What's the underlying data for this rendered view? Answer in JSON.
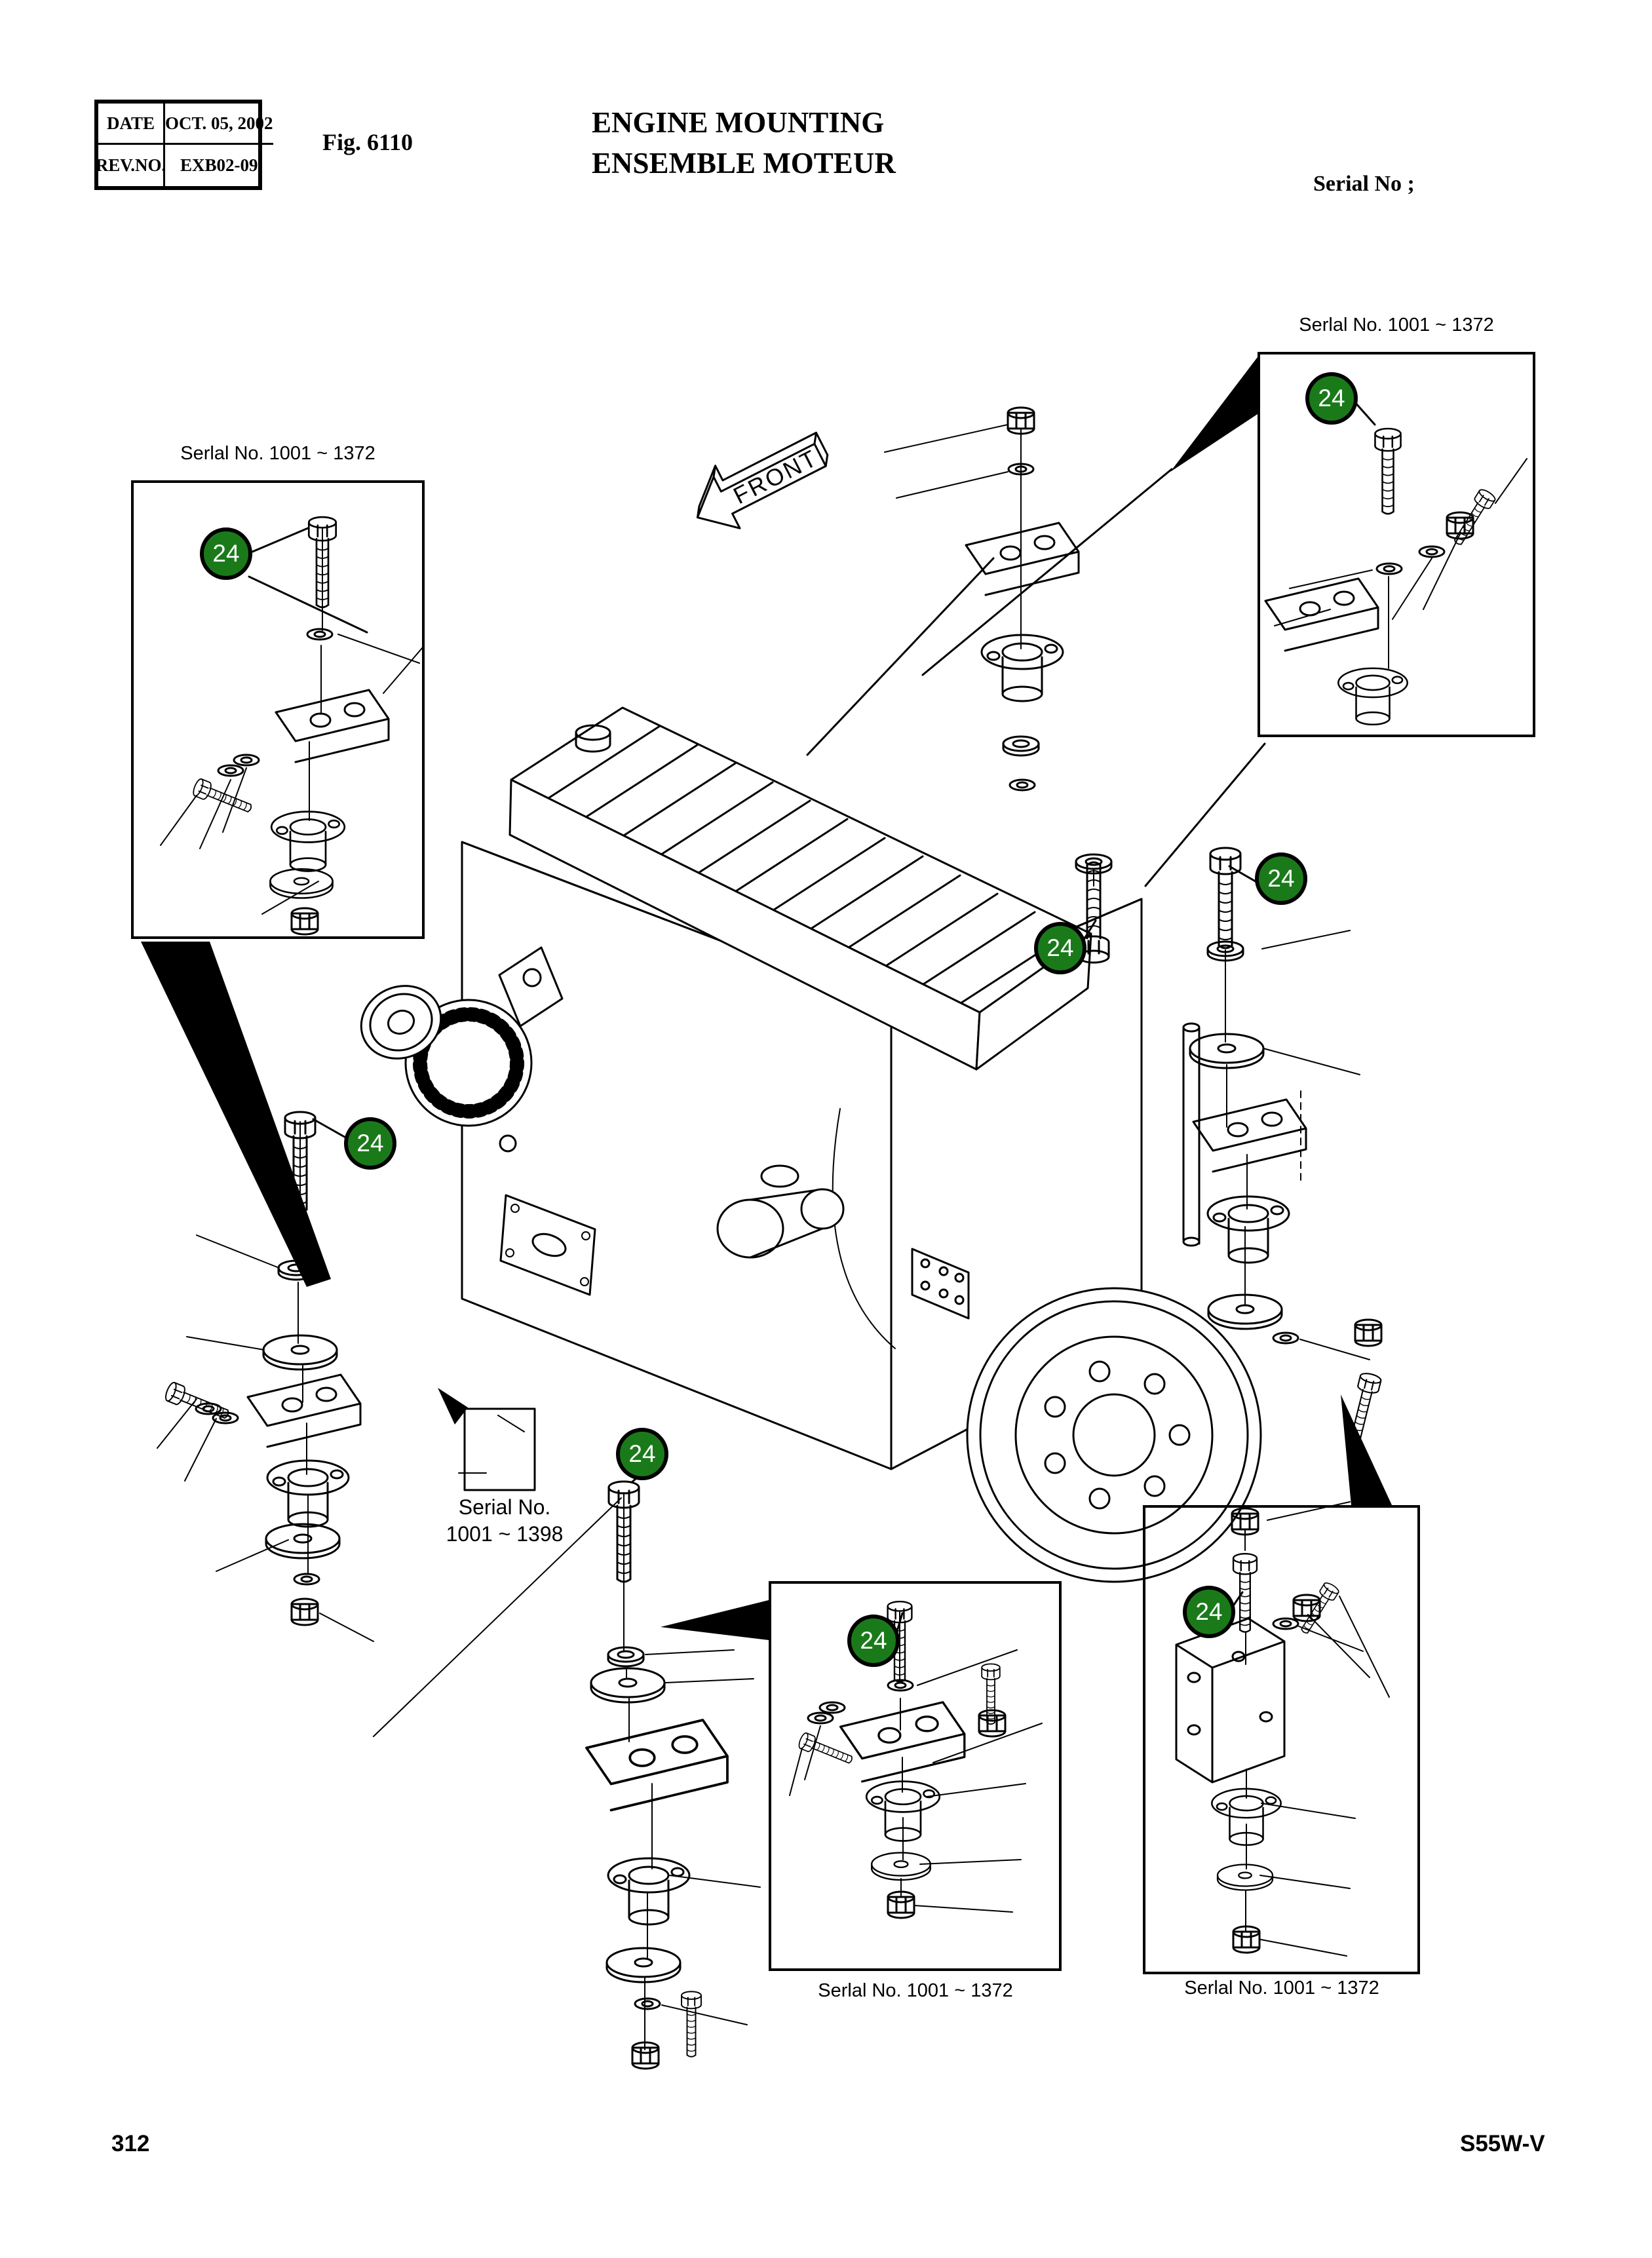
{
  "header": {
    "table": {
      "rows": [
        {
          "label": "DATE",
          "value": "OCT. 05, 2002"
        },
        {
          "label": "REV.NO.",
          "value": "EXB02-09"
        }
      ]
    },
    "figure_label": "Fig. 6110",
    "title_line1": "ENGINE MOUNTING",
    "title_line2": "ENSEMBLE MOTEUR",
    "serial_no_label": "Serial No ;"
  },
  "diagram": {
    "front_label": "FRONT",
    "callout_label": "24",
    "callout_count": 8,
    "badge_color": "#1a7a1a",
    "detail_boxes": [
      {
        "id": "left",
        "caption": "Serlal No. 1001 ~ 1372",
        "caption_position": "above"
      },
      {
        "id": "top-right",
        "caption": "Serlal No. 1001 ~ 1372",
        "caption_position": "above"
      },
      {
        "id": "bottom-center",
        "caption": "Serlal No. 1001 ~ 1372",
        "caption_position": "below"
      },
      {
        "id": "bottom-right",
        "caption": "Serlal No. 1001 ~ 1372",
        "caption_position": "below"
      }
    ],
    "serial_note": {
      "line1": "Serial No.",
      "line2": "1001 ~ 1398"
    }
  },
  "footer": {
    "page_number": "312",
    "model_code": "S55W-V"
  }
}
